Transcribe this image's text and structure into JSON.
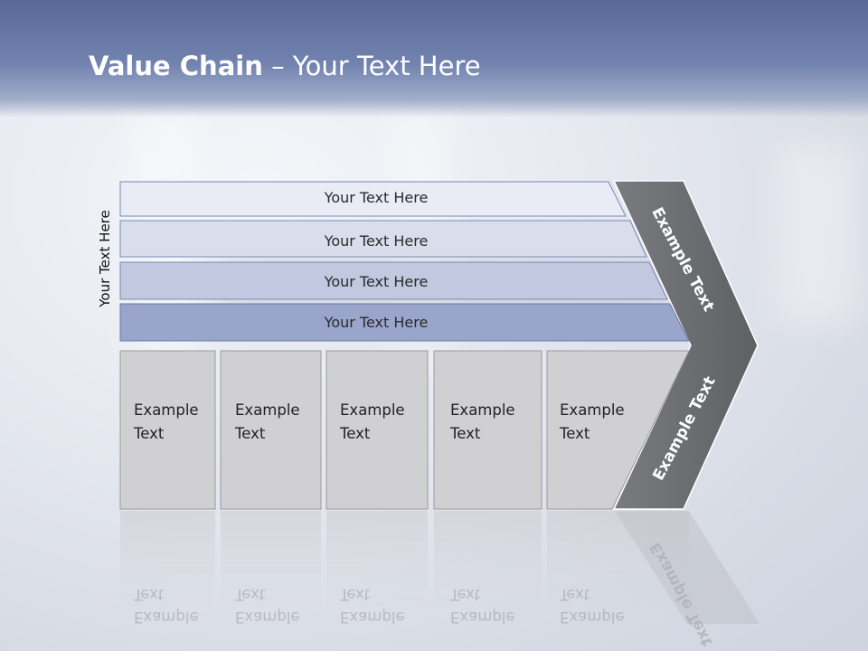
{
  "slide": {
    "title_bold": "Value Chain",
    "title_rest": " – Your Text Here",
    "side_label": "Your Text Here"
  },
  "rows": [
    {
      "label": "Your Text Here",
      "color": "#e9ecf5"
    },
    {
      "label": "Your Text Here",
      "color": "#d9deec"
    },
    {
      "label": "Your Text Here",
      "color": "#c1c8e0"
    },
    {
      "label": "Your Text Here",
      "color": "#9aa5cc"
    }
  ],
  "boxes": [
    {
      "line1": "Example",
      "line2": "Text"
    },
    {
      "line1": "Example",
      "line2": "Text"
    },
    {
      "line1": "Example",
      "line2": "Text"
    },
    {
      "line1": "Example",
      "line2": "Text"
    },
    {
      "line1": "Example",
      "line2": "Text"
    }
  ],
  "chevron": {
    "upper_label": "Example Text",
    "lower_label": "Example Text",
    "color": "#6e6f72"
  },
  "colors": {
    "header": "#6a7aa8",
    "box_fill": "#d0d0d2",
    "row_border": "#7a88b4"
  }
}
